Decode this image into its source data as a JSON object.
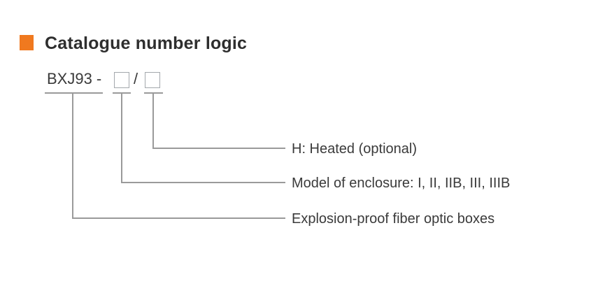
{
  "heading": {
    "bullet_icon": "orange-square",
    "title": "Catalogue number logic"
  },
  "code": {
    "prefix": "BXJ93 -",
    "separator": "/",
    "box_count": 2
  },
  "callouts": [
    {
      "target": "second-box",
      "label": "H: Heated (optional)"
    },
    {
      "target": "first-box",
      "label": "Model of enclosure: I, II, IIB, III, IIIB"
    },
    {
      "target": "prefix",
      "label": "Explosion-proof fiber optic boxes"
    }
  ],
  "colors": {
    "accent_orange": "#F0791F",
    "connector_gray": "#9A9A9A",
    "text_dark": "#3A3A3A"
  }
}
